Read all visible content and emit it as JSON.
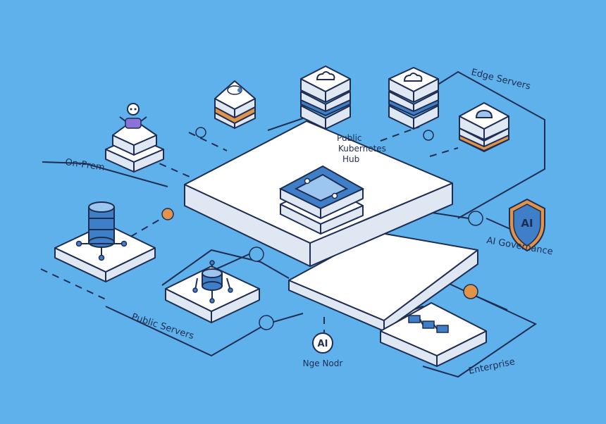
{
  "labels": {
    "on_prem": "On-Prem",
    "hub": [
      "Public",
      "Kubernetes",
      "Hub"
    ],
    "edge_servers": "Edge Servers",
    "ai_governance": "AI Governance",
    "shield_text": "AI",
    "public_servers": "Public Servers",
    "node_badge": "AI",
    "node_caption": "Nge Nodr",
    "enterprise": "Enterprise"
  },
  "colors": {
    "background": "#5eb1ea",
    "line": "#1f2d52",
    "tile_top": "#ffffff",
    "tile_side": "#dfe7f2",
    "accent_blue": "#3f7fc7",
    "accent_orange": "#e2934a",
    "accent_purple": "#8a73d9"
  },
  "icons": [
    "robot-icon",
    "cloud-icon",
    "database-icon",
    "shield-icon",
    "gear-icon",
    "network-icon"
  ]
}
